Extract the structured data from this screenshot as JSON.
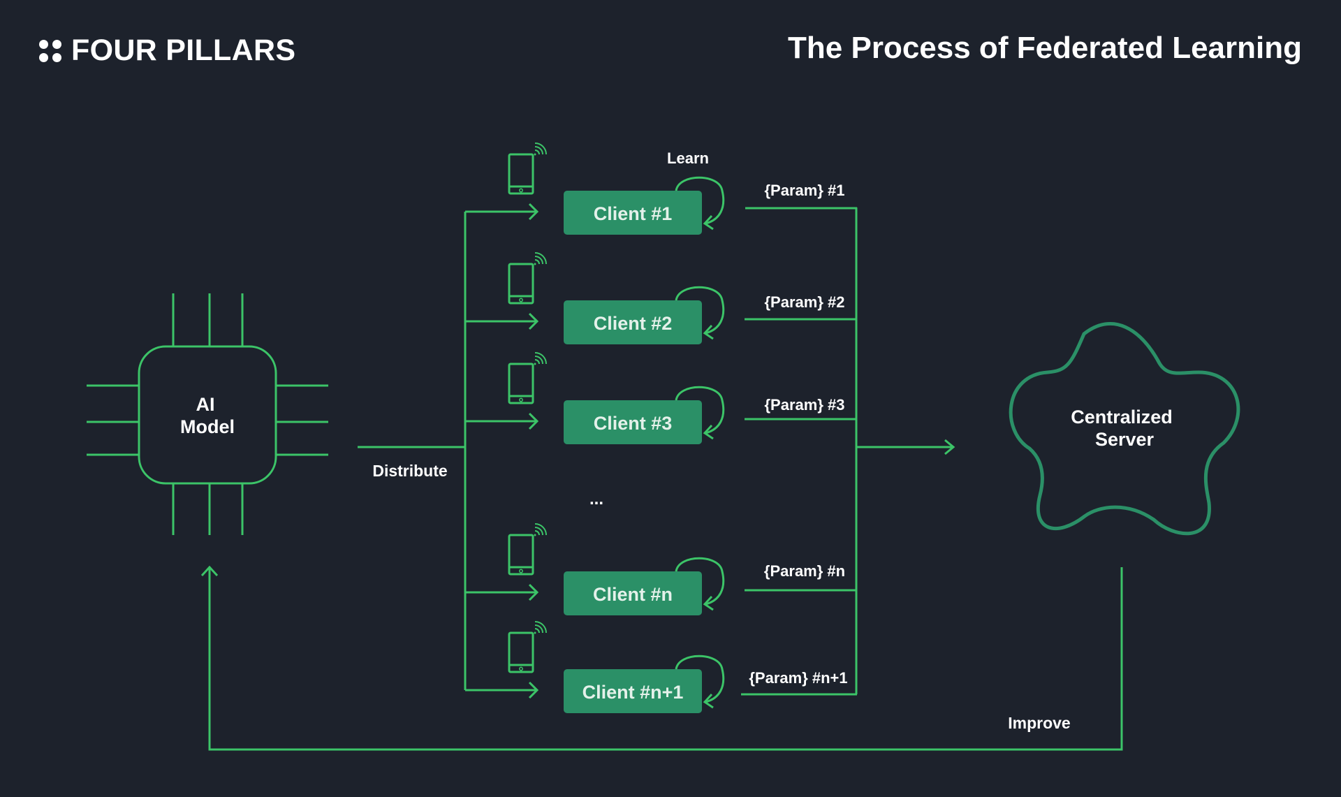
{
  "header": {
    "brand_name": "FOUR PILLARS",
    "brand_icon": "four-dots-logo-icon",
    "title": "The Process of Federated Learning"
  },
  "colors": {
    "background": "#1d222c",
    "line_green": "#3cc468",
    "box_green": "#2b9067",
    "server_outline": "#2b9067",
    "text": "#ffffff"
  },
  "ai_model": {
    "line1": "AI",
    "line2": "Model",
    "icon": "chip-icon"
  },
  "labels": {
    "distribute": "Distribute",
    "learn": "Learn",
    "ellipsis": "...",
    "improve": "Improve"
  },
  "clients": [
    {
      "label": "Client #1",
      "param": "{Param} #1",
      "device_icon": "smartphone-wifi-icon"
    },
    {
      "label": "Client #2",
      "param": "{Param} #2",
      "device_icon": "smartphone-wifi-icon"
    },
    {
      "label": "Client #3",
      "param": "{Param} #3",
      "device_icon": "smartphone-wifi-icon"
    },
    {
      "label": "Client #n",
      "param": "{Param} #n",
      "device_icon": "smartphone-wifi-icon"
    },
    {
      "label": "Client #n+1",
      "param": "{Param} #n+1",
      "device_icon": "smartphone-wifi-icon"
    }
  ],
  "server": {
    "line1": "Centralized",
    "line2": "Server",
    "icon": "cloud-flower-icon"
  }
}
